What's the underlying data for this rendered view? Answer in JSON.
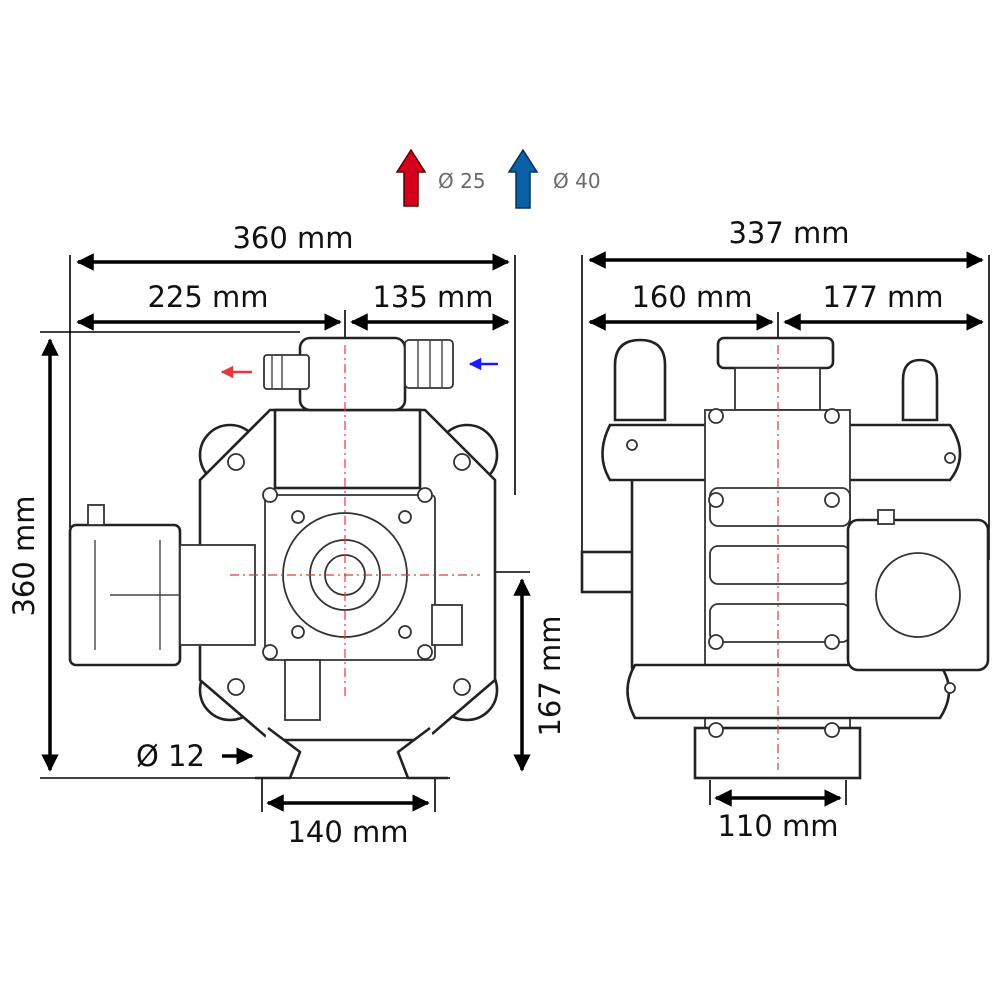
{
  "legend": {
    "outlet": {
      "label": "Ø 25",
      "color": "#d5001c"
    },
    "inlet": {
      "label": "Ø 40",
      "color": "#0b5fa5"
    }
  },
  "front_view": {
    "total_width": "360 mm",
    "left_width": "225 mm",
    "right_width": "135 mm",
    "total_height": "360 mm",
    "shaft_height": "167 mm",
    "hole_diameter": "Ø 12",
    "mount_spacing": "140 mm",
    "outlet_arrow_color": "#e53935",
    "inlet_arrow_color": "#1a1aff"
  },
  "side_view": {
    "total_width": "337 mm",
    "left_width": "160 mm",
    "right_width": "177 mm",
    "base_width": "110 mm"
  }
}
